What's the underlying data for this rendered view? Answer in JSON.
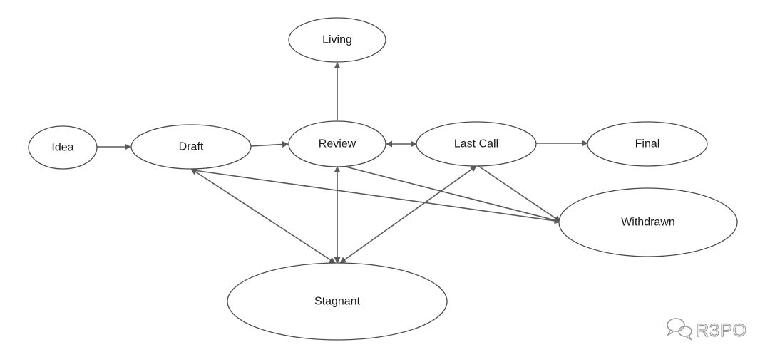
{
  "diagram": {
    "nodes": [
      {
        "id": "idea",
        "label": "Idea"
      },
      {
        "id": "draft",
        "label": "Draft"
      },
      {
        "id": "review",
        "label": "Review"
      },
      {
        "id": "living",
        "label": "Living"
      },
      {
        "id": "last_call",
        "label": "Last Call"
      },
      {
        "id": "final",
        "label": "Final"
      },
      {
        "id": "withdrawn",
        "label": "Withdrawn"
      },
      {
        "id": "stagnant",
        "label": "Stagnant"
      }
    ],
    "edges": [
      {
        "from": "idea",
        "to": "draft",
        "bidirectional": false
      },
      {
        "from": "draft",
        "to": "review",
        "bidirectional": false
      },
      {
        "from": "review",
        "to": "living",
        "bidirectional": false
      },
      {
        "from": "review",
        "to": "last_call",
        "bidirectional": true
      },
      {
        "from": "last_call",
        "to": "final",
        "bidirectional": false
      },
      {
        "from": "draft",
        "to": "stagnant",
        "bidirectional": true
      },
      {
        "from": "review",
        "to": "stagnant",
        "bidirectional": true
      },
      {
        "from": "last_call",
        "to": "stagnant",
        "bidirectional": true
      },
      {
        "from": "draft",
        "to": "withdrawn",
        "bidirectional": false
      },
      {
        "from": "review",
        "to": "withdrawn",
        "bidirectional": false
      },
      {
        "from": "last_call",
        "to": "withdrawn",
        "bidirectional": false
      }
    ]
  },
  "watermark": {
    "text": "R3PO",
    "icon": "wechat-icon"
  },
  "colors": {
    "stroke": "#4a4a4a",
    "edge": "#5a5a5a",
    "text": "#1a1a1a",
    "watermark": "#9a9a9a"
  }
}
